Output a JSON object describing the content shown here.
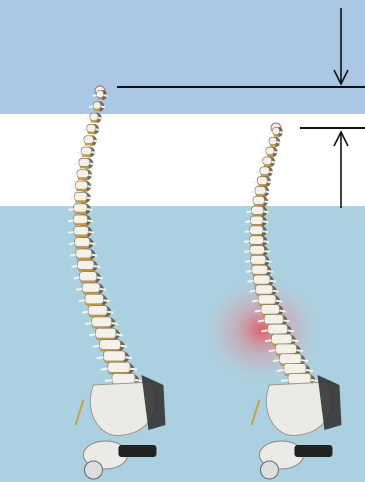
{
  "figure": {
    "description_free": true,
    "colors": {
      "top_band": "#abc7e6",
      "middle_band": "#ffffff",
      "bottom_band": "#abd1e0",
      "line": "#111111",
      "bone": "#f4f1e8",
      "bone_shadow": "#5c5242",
      "pelvis": "#eceae6",
      "disc": "#c99a3c",
      "pain_glow": "#ee3a45"
    },
    "spines": [
      {
        "id": "normal",
        "icon": "spine-normal-icon"
      },
      {
        "id": "shortened",
        "icon": "spine-shortened-icon",
        "highlight": "lumbar-pain-glow"
      }
    ],
    "arrows": [
      {
        "id": "down-arrow",
        "direction": "down"
      },
      {
        "id": "up-arrow",
        "direction": "up"
      }
    ]
  }
}
